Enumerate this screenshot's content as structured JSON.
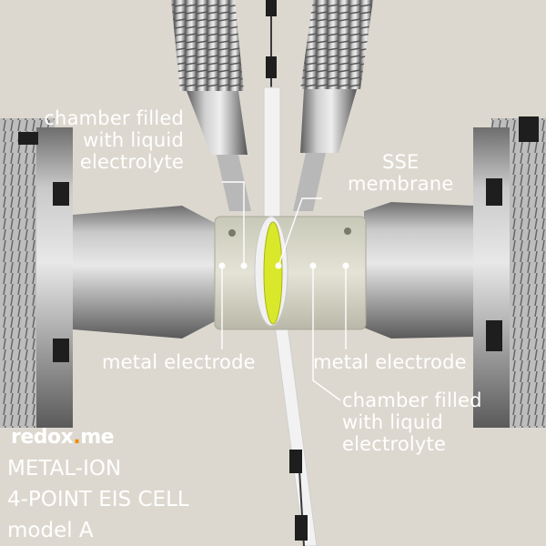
{
  "labels": {
    "chamber_top": [
      "chamber filled",
      "with liquid",
      "electrolyte"
    ],
    "sse": [
      "SSE",
      "membrane"
    ],
    "electrode_left": "metal electrode",
    "electrode_right": "metal electrode",
    "chamber_bottom": [
      "chamber filled",
      "with liquid",
      "electrolyte"
    ]
  },
  "brand": {
    "prefix": "redox",
    "dot": ".",
    "suffix": "me"
  },
  "title": [
    "METAL-ION",
    "4-POINT EIS CELL",
    "model A"
  ],
  "colors": {
    "background": "#ddd8cf",
    "label": "#ffffff",
    "brand_accent": "#f08a00",
    "membrane": "#d9e82a",
    "metal": "#9a9a9a"
  }
}
